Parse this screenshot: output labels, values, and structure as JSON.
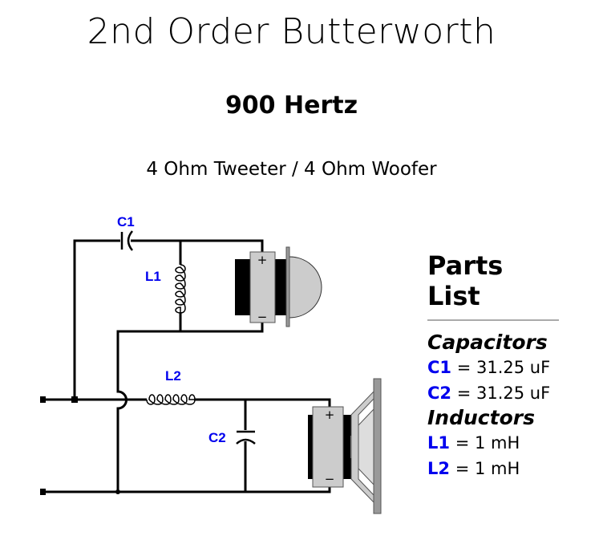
{
  "title": "2nd Order Butterworth",
  "frequency": "900 Hertz",
  "subtitle": "4 Ohm Tweeter / 4 Ohm Woofer",
  "schematic": {
    "labels": {
      "c1": "C1",
      "l1": "L1",
      "l2": "L2",
      "c2": "C2"
    },
    "plus": "+",
    "minus": "−"
  },
  "parts_list": {
    "heading": "Parts List",
    "capacitors_heading": "Capacitors",
    "capacitors": [
      {
        "ref": "C1",
        "value": "= 31.25 uF"
      },
      {
        "ref": "C2",
        "value": "= 31.25 uF"
      }
    ],
    "inductors_heading": "Inductors",
    "inductors": [
      {
        "ref": "L1",
        "value": "= 1 mH"
      },
      {
        "ref": "L2",
        "value": "= 1 mH"
      }
    ]
  }
}
